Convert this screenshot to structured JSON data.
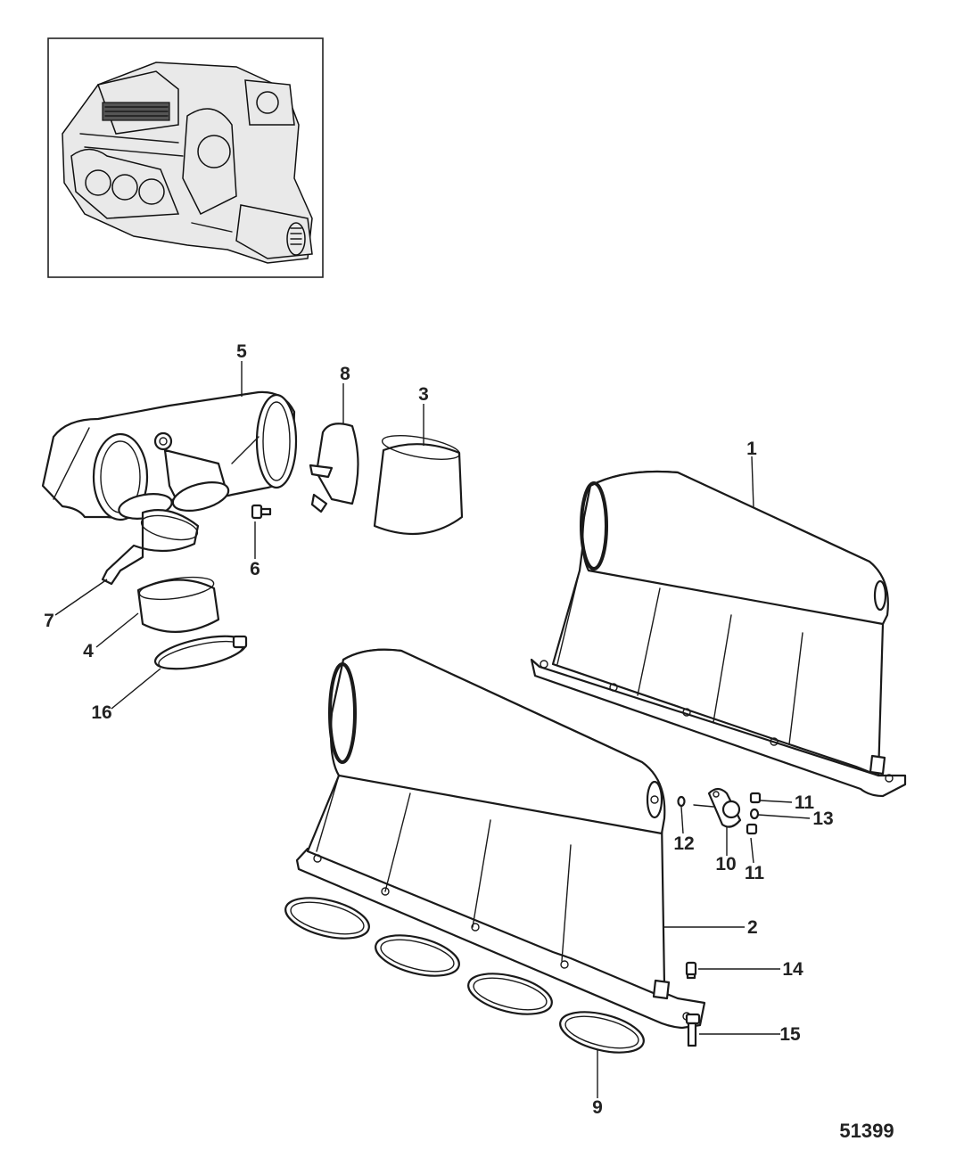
{
  "figure_number": "51399",
  "inset": {
    "icon": "engine-overview-icon"
  },
  "callouts": [
    {
      "label": "1"
    },
    {
      "label": "2"
    },
    {
      "label": "3"
    },
    {
      "label": "4"
    },
    {
      "label": "5"
    },
    {
      "label": "6"
    },
    {
      "label": "7"
    },
    {
      "label": "8"
    },
    {
      "label": "9"
    },
    {
      "label": "10"
    },
    {
      "label": "11"
    },
    {
      "label": "11"
    },
    {
      "label": "12"
    },
    {
      "label": "13"
    },
    {
      "label": "14"
    },
    {
      "label": "15"
    },
    {
      "label": "16"
    }
  ]
}
